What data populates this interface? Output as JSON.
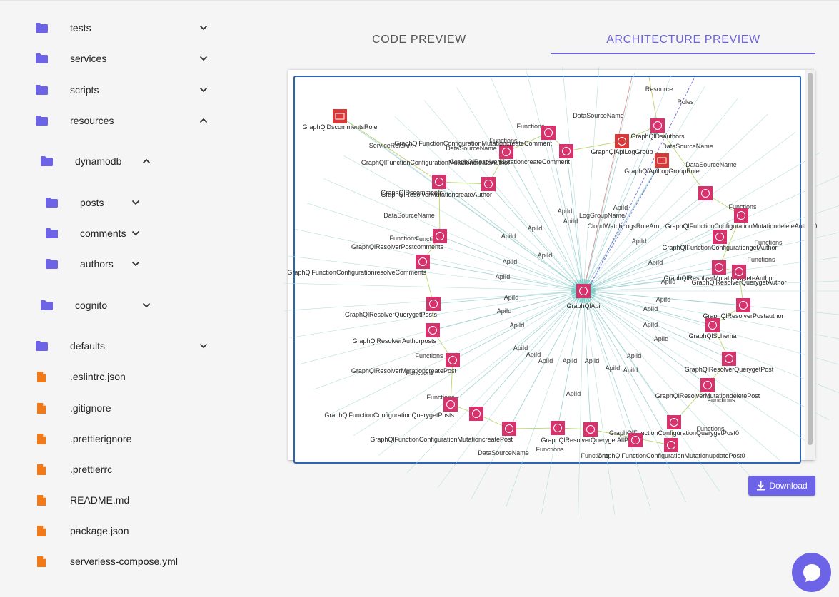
{
  "sidebar": {
    "items": [
      {
        "type": "folder",
        "label": "tests",
        "chevron": "down"
      },
      {
        "type": "folder",
        "label": "services",
        "chevron": "down"
      },
      {
        "type": "folder",
        "label": "scripts",
        "chevron": "down"
      },
      {
        "type": "folder",
        "label": "resources",
        "chevron": "up"
      },
      {
        "type": "folder",
        "label": "dynamodb",
        "chevron": "up"
      },
      {
        "type": "folder",
        "label": "posts",
        "chevron": "down"
      },
      {
        "type": "folder",
        "label": "comments",
        "chevron": "down"
      },
      {
        "type": "folder",
        "label": "authors",
        "chevron": "down"
      },
      {
        "type": "folder",
        "label": "cognito",
        "chevron": "down"
      },
      {
        "type": "folder",
        "label": "defaults",
        "chevron": "down"
      },
      {
        "type": "file",
        "label": ".eslintrc.json"
      },
      {
        "type": "file",
        "label": ".gitignore"
      },
      {
        "type": "file",
        "label": ".prettierignore"
      },
      {
        "type": "file",
        "label": ".prettierrc"
      },
      {
        "type": "file",
        "label": "README.md"
      },
      {
        "type": "file",
        "label": "package.json"
      },
      {
        "type": "file",
        "label": "serverless-compose.yml"
      }
    ],
    "folder_color": "#6c63e6",
    "file_color": "#f07a1a"
  },
  "tabs": {
    "code": "CODE PREVIEW",
    "architecture": "ARCHITECTURE PREVIEW",
    "active_color": "#6c63d8"
  },
  "download_label": "Download",
  "diagram": {
    "center_label": "GraphQlApi",
    "nodes": [
      {
        "label": "GraphQlDscommentsRole",
        "kind": "role"
      },
      {
        "label": "GraphQlDsauthors",
        "kind": "ds"
      },
      {
        "label": "GraphQlApiLogGroup",
        "kind": "log"
      },
      {
        "label": "GraphQlApiLogGroupRole",
        "kind": "role"
      },
      {
        "label": "GraphQlDscomments",
        "kind": "ds"
      },
      {
        "label": "GraphQlResolverMutationcreateAuthor",
        "kind": "res"
      },
      {
        "label": "GraphQlFunctionConfigurationMutationcreateAuthor",
        "kind": "res"
      },
      {
        "label": "GraphQlResolverMutationcreateComment",
        "kind": "res"
      },
      {
        "label": "GraphQlFunctionConfigurationMutationcreateComment",
        "kind": "res"
      },
      {
        "label": "GraphQlResolverPostcomments",
        "kind": "res"
      },
      {
        "label": "GraphQlFunctionConfigurationresolveComments",
        "kind": "res"
      },
      {
        "label": "GraphQlResolverQuerygetPosts",
        "kind": "res"
      },
      {
        "label": "GraphQlResolverAuthorposts",
        "kind": "res"
      },
      {
        "label": "GraphQlResolverMutationcreatePost",
        "kind": "res"
      },
      {
        "label": "GraphQlFunctionConfigurationQuerygetPosts",
        "kind": "res"
      },
      {
        "label": "GraphQlFunctionConfigurationMutationcreatePost",
        "kind": "res"
      },
      {
        "label": "GraphQlFunctionConfigurationMutationdeleteAuthor0",
        "kind": "res"
      },
      {
        "label": "GraphQlFunctionConfigurationgetAuthor",
        "kind": "res"
      },
      {
        "label": "GraphQlResolverMutationdeleteAuthor",
        "kind": "res"
      },
      {
        "label": "GraphQlResolverQuerygetAuthor",
        "kind": "res"
      },
      {
        "label": "GraphQlResolverPostauthor",
        "kind": "res"
      },
      {
        "label": "GraphQlSchema",
        "kind": "res"
      },
      {
        "label": "GraphQlResolverQuerygetPost",
        "kind": "res"
      },
      {
        "label": "GraphQlResolverMutationdeletePost",
        "kind": "res"
      },
      {
        "label": "GraphQlFunctionConfigurationQuerygetPost0",
        "kind": "res"
      },
      {
        "label": "GraphQlFunctionConfigurationMutationupdatePost0",
        "kind": "res"
      },
      {
        "label": "GraphQlResolverQuerygetAllPosts",
        "kind": "res"
      }
    ],
    "edge_labels": [
      "ApiId",
      "Functions",
      "DataSourceName",
      "ServiceRoleArn",
      "LogGroupName",
      "CloudWatchLogsRoleArn",
      "Resource",
      "Roles"
    ]
  }
}
